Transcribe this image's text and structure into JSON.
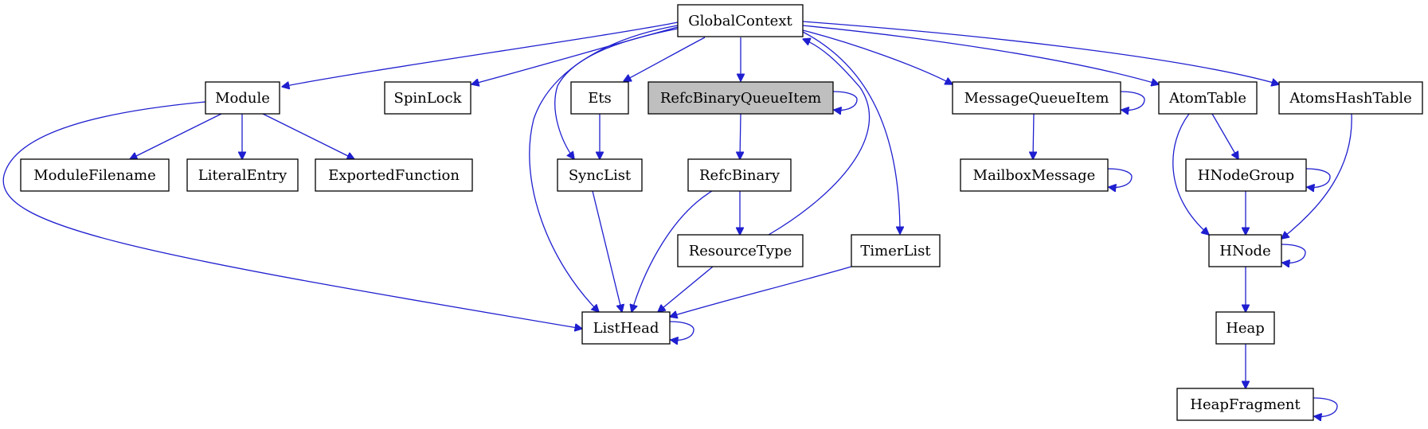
{
  "colors": {
    "edge": "#1f1fd0",
    "highlight_fill": "#bfbfbf",
    "node_border": "#000000"
  },
  "nodes": [
    {
      "id": "GlobalContext",
      "label": "GlobalContext"
    },
    {
      "id": "Module",
      "label": "Module"
    },
    {
      "id": "SpinLock",
      "label": "SpinLock"
    },
    {
      "id": "Ets",
      "label": "Ets"
    },
    {
      "id": "RefcBinaryQueueItem",
      "label": "RefcBinaryQueueItem",
      "highlight": true
    },
    {
      "id": "MessageQueueItem",
      "label": "MessageQueueItem"
    },
    {
      "id": "AtomTable",
      "label": "AtomTable"
    },
    {
      "id": "AtomsHashTable",
      "label": "AtomsHashTable"
    },
    {
      "id": "ModuleFilename",
      "label": "ModuleFilename"
    },
    {
      "id": "LiteralEntry",
      "label": "LiteralEntry"
    },
    {
      "id": "ExportedFunction",
      "label": "ExportedFunction"
    },
    {
      "id": "SyncList",
      "label": "SyncList"
    },
    {
      "id": "RefcBinary",
      "label": "RefcBinary"
    },
    {
      "id": "MailboxMessage",
      "label": "MailboxMessage"
    },
    {
      "id": "HNodeGroup",
      "label": "HNodeGroup"
    },
    {
      "id": "ResourceType",
      "label": "ResourceType"
    },
    {
      "id": "TimerList",
      "label": "TimerList"
    },
    {
      "id": "HNode",
      "label": "HNode"
    },
    {
      "id": "ListHead",
      "label": "ListHead"
    },
    {
      "id": "Heap",
      "label": "Heap"
    },
    {
      "id": "HeapFragment",
      "label": "HeapFragment"
    }
  ],
  "edges": [
    {
      "from": "GlobalContext",
      "to": "Module"
    },
    {
      "from": "GlobalContext",
      "to": "SpinLock"
    },
    {
      "from": "GlobalContext",
      "to": "Ets"
    },
    {
      "from": "GlobalContext",
      "to": "RefcBinaryQueueItem"
    },
    {
      "from": "GlobalContext",
      "to": "MessageQueueItem"
    },
    {
      "from": "GlobalContext",
      "to": "AtomTable"
    },
    {
      "from": "GlobalContext",
      "to": "AtomsHashTable"
    },
    {
      "from": "GlobalContext",
      "to": "SyncList"
    },
    {
      "from": "GlobalContext",
      "to": "ListHead"
    },
    {
      "from": "GlobalContext",
      "to": "TimerList"
    },
    {
      "from": "Module",
      "to": "ModuleFilename"
    },
    {
      "from": "Module",
      "to": "LiteralEntry"
    },
    {
      "from": "Module",
      "to": "ExportedFunction"
    },
    {
      "from": "Module",
      "to": "ListHead"
    },
    {
      "from": "Ets",
      "to": "SyncList"
    },
    {
      "from": "SyncList",
      "to": "ListHead"
    },
    {
      "from": "RefcBinaryQueueItem",
      "to": "RefcBinaryQueueItem"
    },
    {
      "from": "RefcBinaryQueueItem",
      "to": "RefcBinary"
    },
    {
      "from": "RefcBinary",
      "to": "ResourceType"
    },
    {
      "from": "RefcBinary",
      "to": "ListHead"
    },
    {
      "from": "ResourceType",
      "to": "ListHead"
    },
    {
      "from": "ResourceType",
      "to": "GlobalContext"
    },
    {
      "from": "TimerList",
      "to": "ListHead"
    },
    {
      "from": "ListHead",
      "to": "ListHead"
    },
    {
      "from": "MessageQueueItem",
      "to": "MessageQueueItem"
    },
    {
      "from": "MessageQueueItem",
      "to": "MailboxMessage"
    },
    {
      "from": "MailboxMessage",
      "to": "MailboxMessage"
    },
    {
      "from": "AtomTable",
      "to": "HNodeGroup"
    },
    {
      "from": "AtomTable",
      "to": "HNode"
    },
    {
      "from": "HNodeGroup",
      "to": "HNodeGroup"
    },
    {
      "from": "HNodeGroup",
      "to": "HNode"
    },
    {
      "from": "AtomsHashTable",
      "to": "HNode"
    },
    {
      "from": "HNode",
      "to": "HNode"
    },
    {
      "from": "HNode",
      "to": "Heap"
    },
    {
      "from": "Heap",
      "to": "HeapFragment"
    },
    {
      "from": "HeapFragment",
      "to": "HeapFragment"
    }
  ]
}
